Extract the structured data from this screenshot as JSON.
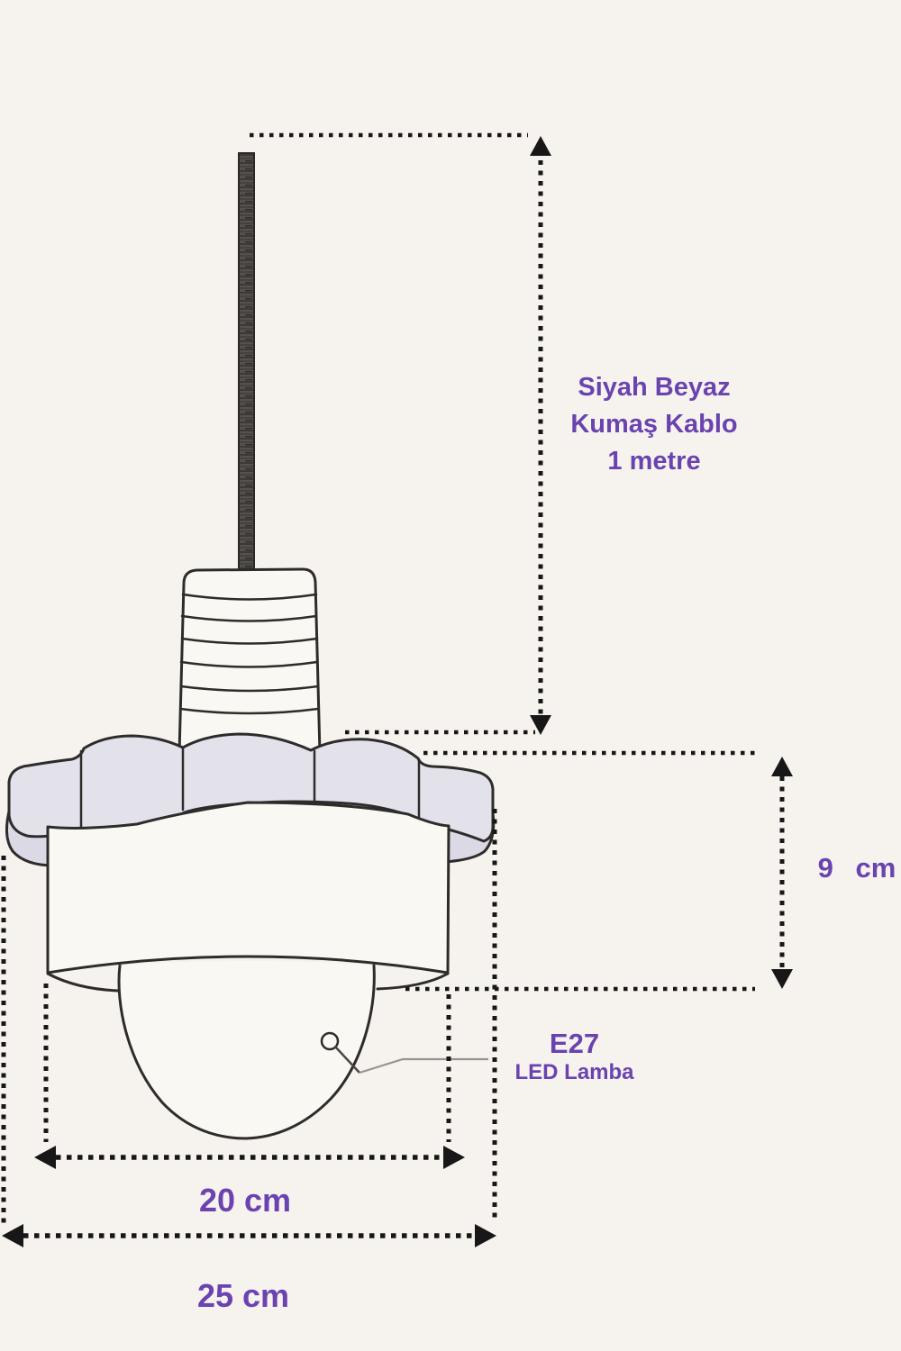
{
  "diagram": {
    "labels": {
      "cable_line1": "Siyah Beyaz",
      "cable_line2": "Kumaş Kablo",
      "cable_line3": "1 metre",
      "height_dim": "9 cm",
      "bulb_type": "E27",
      "bulb_subtype": "LED Lamba",
      "inner_width_dim": "20 cm",
      "outer_width_dim": "25 cm"
    },
    "colors": {
      "accent_purple": "#6a43b0",
      "outline": "#2e2c2a",
      "flange_fill": "#e3e1ea",
      "surface_fill": "#faf8f2",
      "background": "#f6f3ee",
      "cable_dark": "#4e4b48",
      "dotted_line": "#171717",
      "leader_gray": "#979390"
    }
  }
}
